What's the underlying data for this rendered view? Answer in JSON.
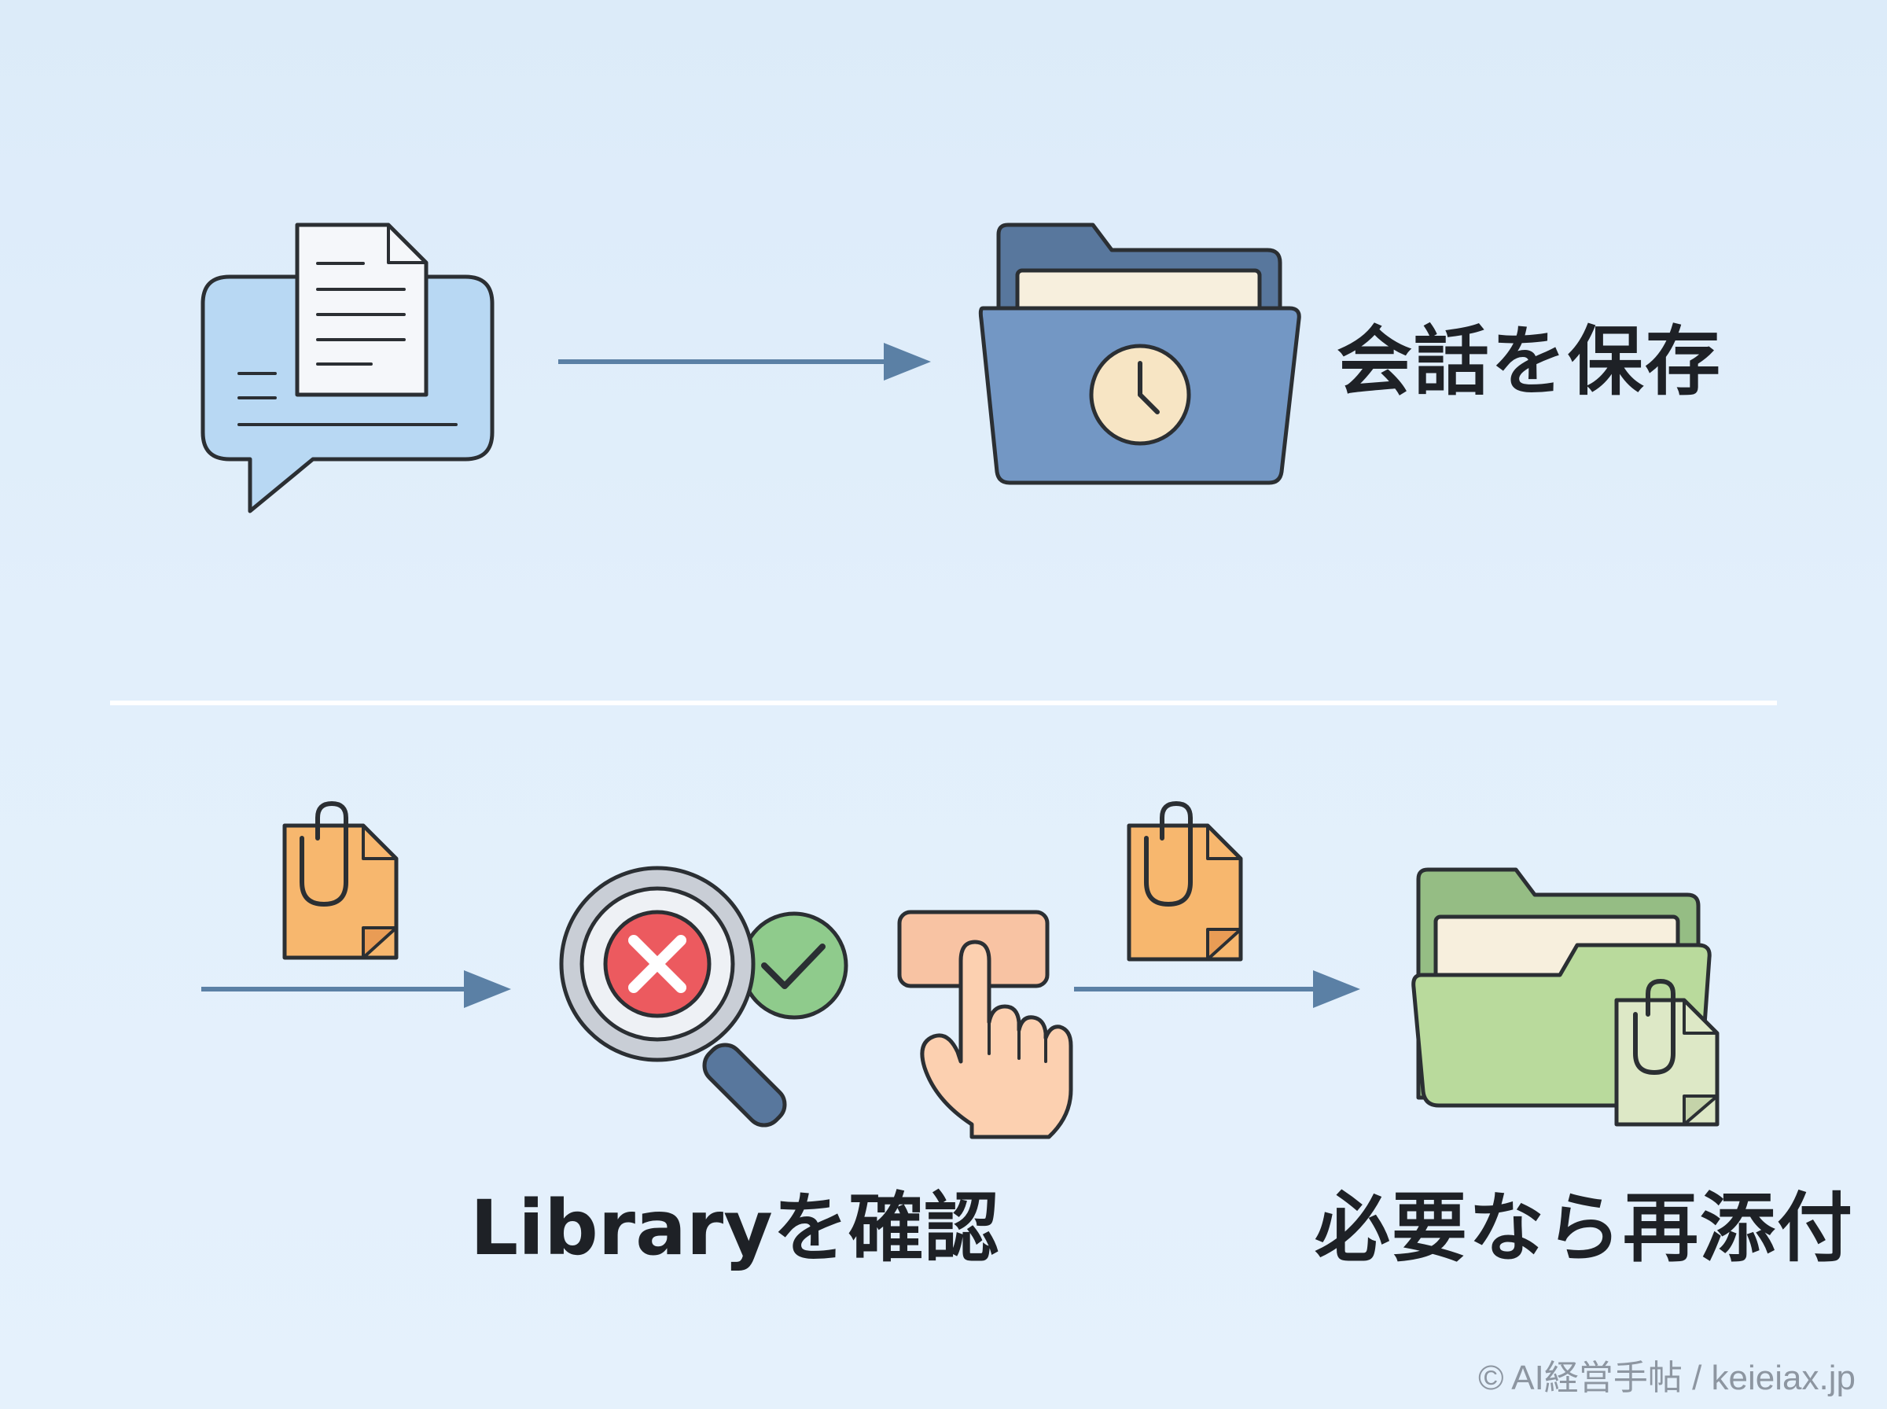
{
  "top_flow": {
    "label": "会話を保存"
  },
  "bottom_flow": {
    "library_label": "Libraryを確認",
    "reattach_label": "必要なら再添付"
  },
  "footer": {
    "credit": "© AI経営手帖 / keieiax.jp"
  },
  "colors": {
    "background": "#e2effb",
    "arrow": "#5b80a5",
    "outline": "#2b2f33",
    "chat_bubble": "#b8d8f3",
    "folder_blue": "#7397c4",
    "folder_blue_back": "#58779d",
    "clock_face": "#f7e5c4",
    "attachment_orange": "#f7b76e",
    "error_red": "#ec5a5f",
    "check_green": "#8fcb8c",
    "button_peach": "#f8c3a3",
    "folder_green": "#b9da9c",
    "folder_green_back": "#95bd84",
    "paper_cream": "#f7efdd",
    "text_dark": "#1e2126",
    "divider": "#ffffff"
  },
  "icons": [
    "chat-document-icon",
    "clock-folder-icon",
    "paperclip-document-icon",
    "magnifier-error-icon",
    "check-badge-icon",
    "tap-button-icon",
    "green-folder-attachment-icon"
  ]
}
